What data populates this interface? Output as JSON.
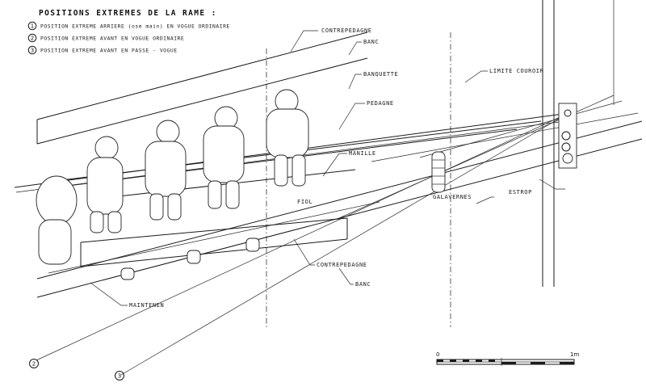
{
  "title": "POSITIONS EXTREMES DE LA RAME :",
  "legend": [
    {
      "num": "1",
      "text": "POSITION EXTREME ARRIERE (ose main) EN VOGUE ORDINAIRE"
    },
    {
      "num": "2",
      "text": "POSITION EXTREME AVANT EN VOGUE ORDINAIRE"
    },
    {
      "num": "3",
      "text": "POSITION EXTREME AVANT EN PASSE - VOGUE"
    }
  ],
  "labels": {
    "contrepedagne_top": "CONTREPEDAGNE",
    "banc_top": "BANC",
    "banquette": "BANQUETTE",
    "pedagne": "PEDAGNE",
    "manille": "MANILLE",
    "limite_couroir": "LIMITE COUROIR",
    "fiol": "FIOL",
    "galavernes": "GALAVERNES",
    "estrop": "ESTROP",
    "contrepedagne_bottom": "CONTREPEDAGNE",
    "banc_bottom": "BANC",
    "maintenen": "MAINTENEN"
  },
  "markers": {
    "oar2": "2",
    "oar3": "3"
  },
  "scale": {
    "start": "0",
    "end": "1m"
  }
}
